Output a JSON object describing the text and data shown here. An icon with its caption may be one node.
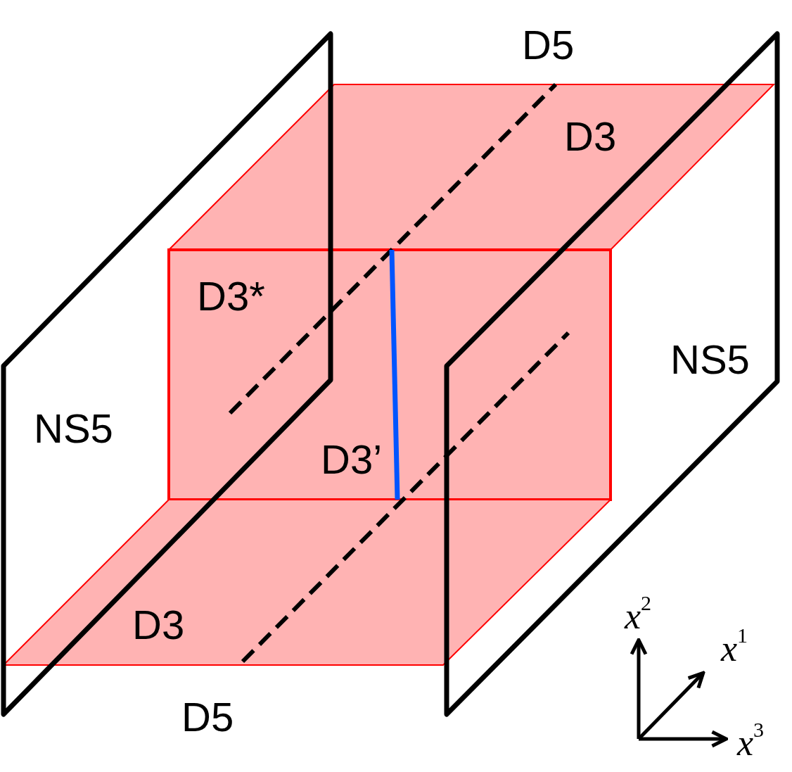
{
  "diagram": {
    "labels": [
      "D5",
      "D3",
      "D3*",
      "NS5",
      "NS5",
      "D3’",
      "*x*$^{2}$",
      "*x*$^{1}$",
      "D3",
      "D5",
      "*x*$^{3}$"
    ]
  }
}
